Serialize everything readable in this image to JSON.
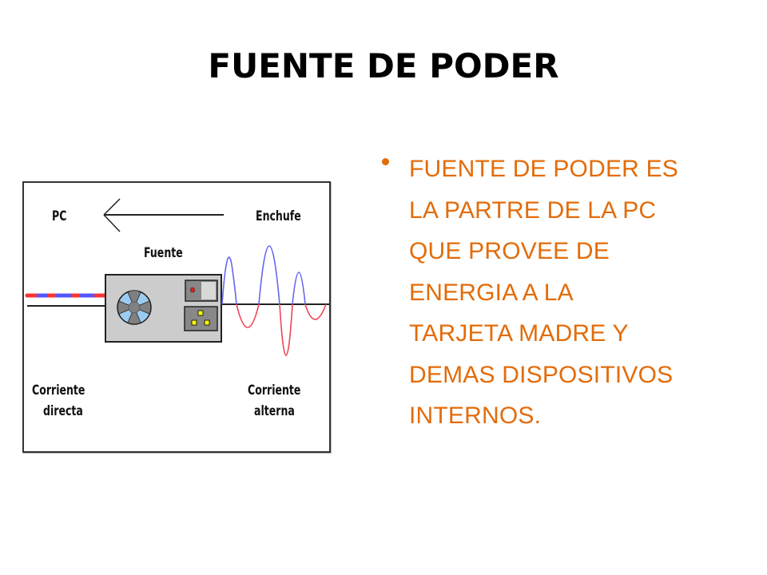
{
  "slide": {
    "title": "FUENTE DE PODER",
    "bullets": [
      {
        "text": "FUENTE DE PODER ES\nLA PARTRE DE LA PC\nQUE PROVEE DE\nENERGIA A LA\nTARJETA MADRE Y\nDEMAS DISPOSITIVOS\nINTERNOS."
      }
    ],
    "text_color": "#E36C0A"
  },
  "diagram": {
    "labels": {
      "pc": "PC",
      "enchufe": "Enchufe",
      "fuente": "Fuente",
      "dc_line1": "Corriente",
      "dc_line2": "directa",
      "ac_line1": "Corriente",
      "ac_line2": "alterna"
    },
    "icons": [
      "arrow-left-icon",
      "fan-icon",
      "power-switch-icon",
      "power-socket-icon",
      "dc-current-icon",
      "ac-wave-icon"
    ],
    "colors": {
      "box_gray": "#C8C8C8",
      "fan_blue": "#9CCBF0",
      "dc_red": "#FF3333",
      "dc_blue": "#5555FF",
      "wave_blue": "#6666EE",
      "wave_red": "#EE4455",
      "socket_yellow": "#FFFF00"
    }
  }
}
